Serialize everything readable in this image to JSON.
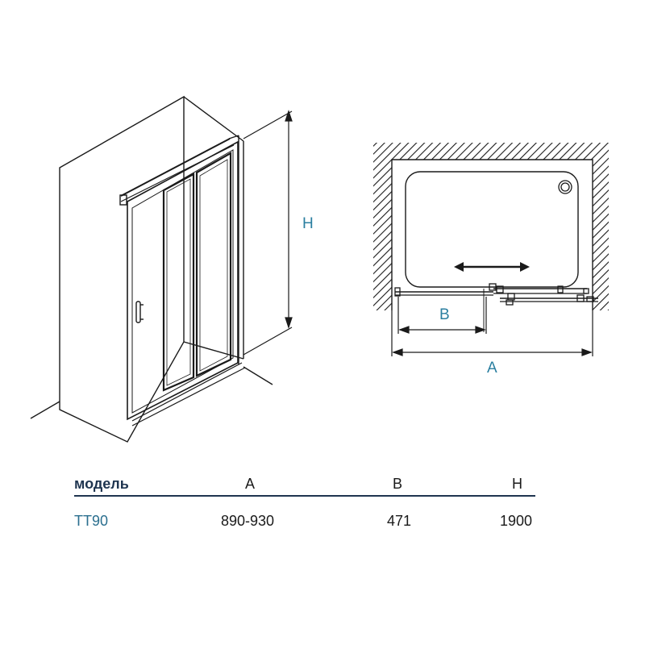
{
  "colors": {
    "line": "#1a1a1a",
    "accent": "#2b7fa0",
    "header_rule": "#1f3550",
    "model_text": "#2b6f8f"
  },
  "dimension_labels": {
    "height": "H",
    "width_a": "A",
    "width_b": "B"
  },
  "table": {
    "headers": {
      "model": "модель",
      "a": "A",
      "b": "B",
      "h": "H"
    },
    "rows": [
      {
        "model": "TT90",
        "a": "890-930",
        "b": "471",
        "h": "1900"
      }
    ]
  }
}
